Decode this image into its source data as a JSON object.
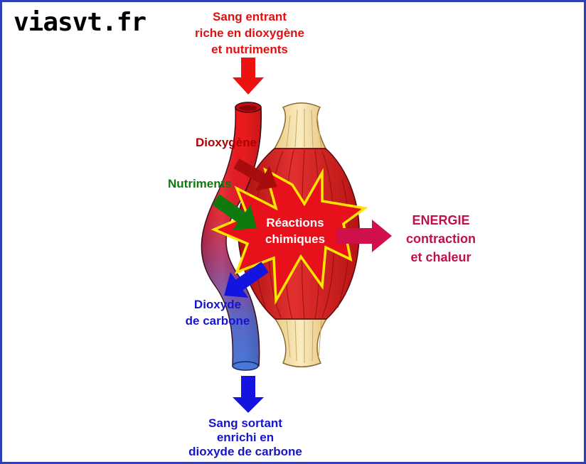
{
  "logo": "viasvt.fr",
  "labels": {
    "incoming_blood": [
      "Sang entrant",
      "riche en dioxygène",
      "et nutriments"
    ],
    "oxygen": "Dioxygène",
    "nutrients": "Nutriments",
    "reactions": [
      "Réactions",
      "chimiques"
    ],
    "energy": [
      "ENERGIE",
      "contraction",
      "et chaleur"
    ],
    "co2": [
      "Dioxyde",
      "de carbone"
    ],
    "outgoing_blood": [
      "Sang sortant",
      "enrichi en",
      "dioxyde de carbone"
    ]
  },
  "colors": {
    "frame": "#2f3fb8",
    "artery_red": "#e81818",
    "vein_blue": "#4a6fd0",
    "muscle": "#d42020",
    "tendon": "#f2dca0",
    "star_fill": "#e8101a",
    "star_outline": "#ffe600",
    "arrow_red": "#ee1111",
    "arrow_darkred": "#a80c0c",
    "arrow_green": "#0e7a0e",
    "arrow_blue": "#1414e0",
    "arrow_energy": "#d0104a"
  }
}
